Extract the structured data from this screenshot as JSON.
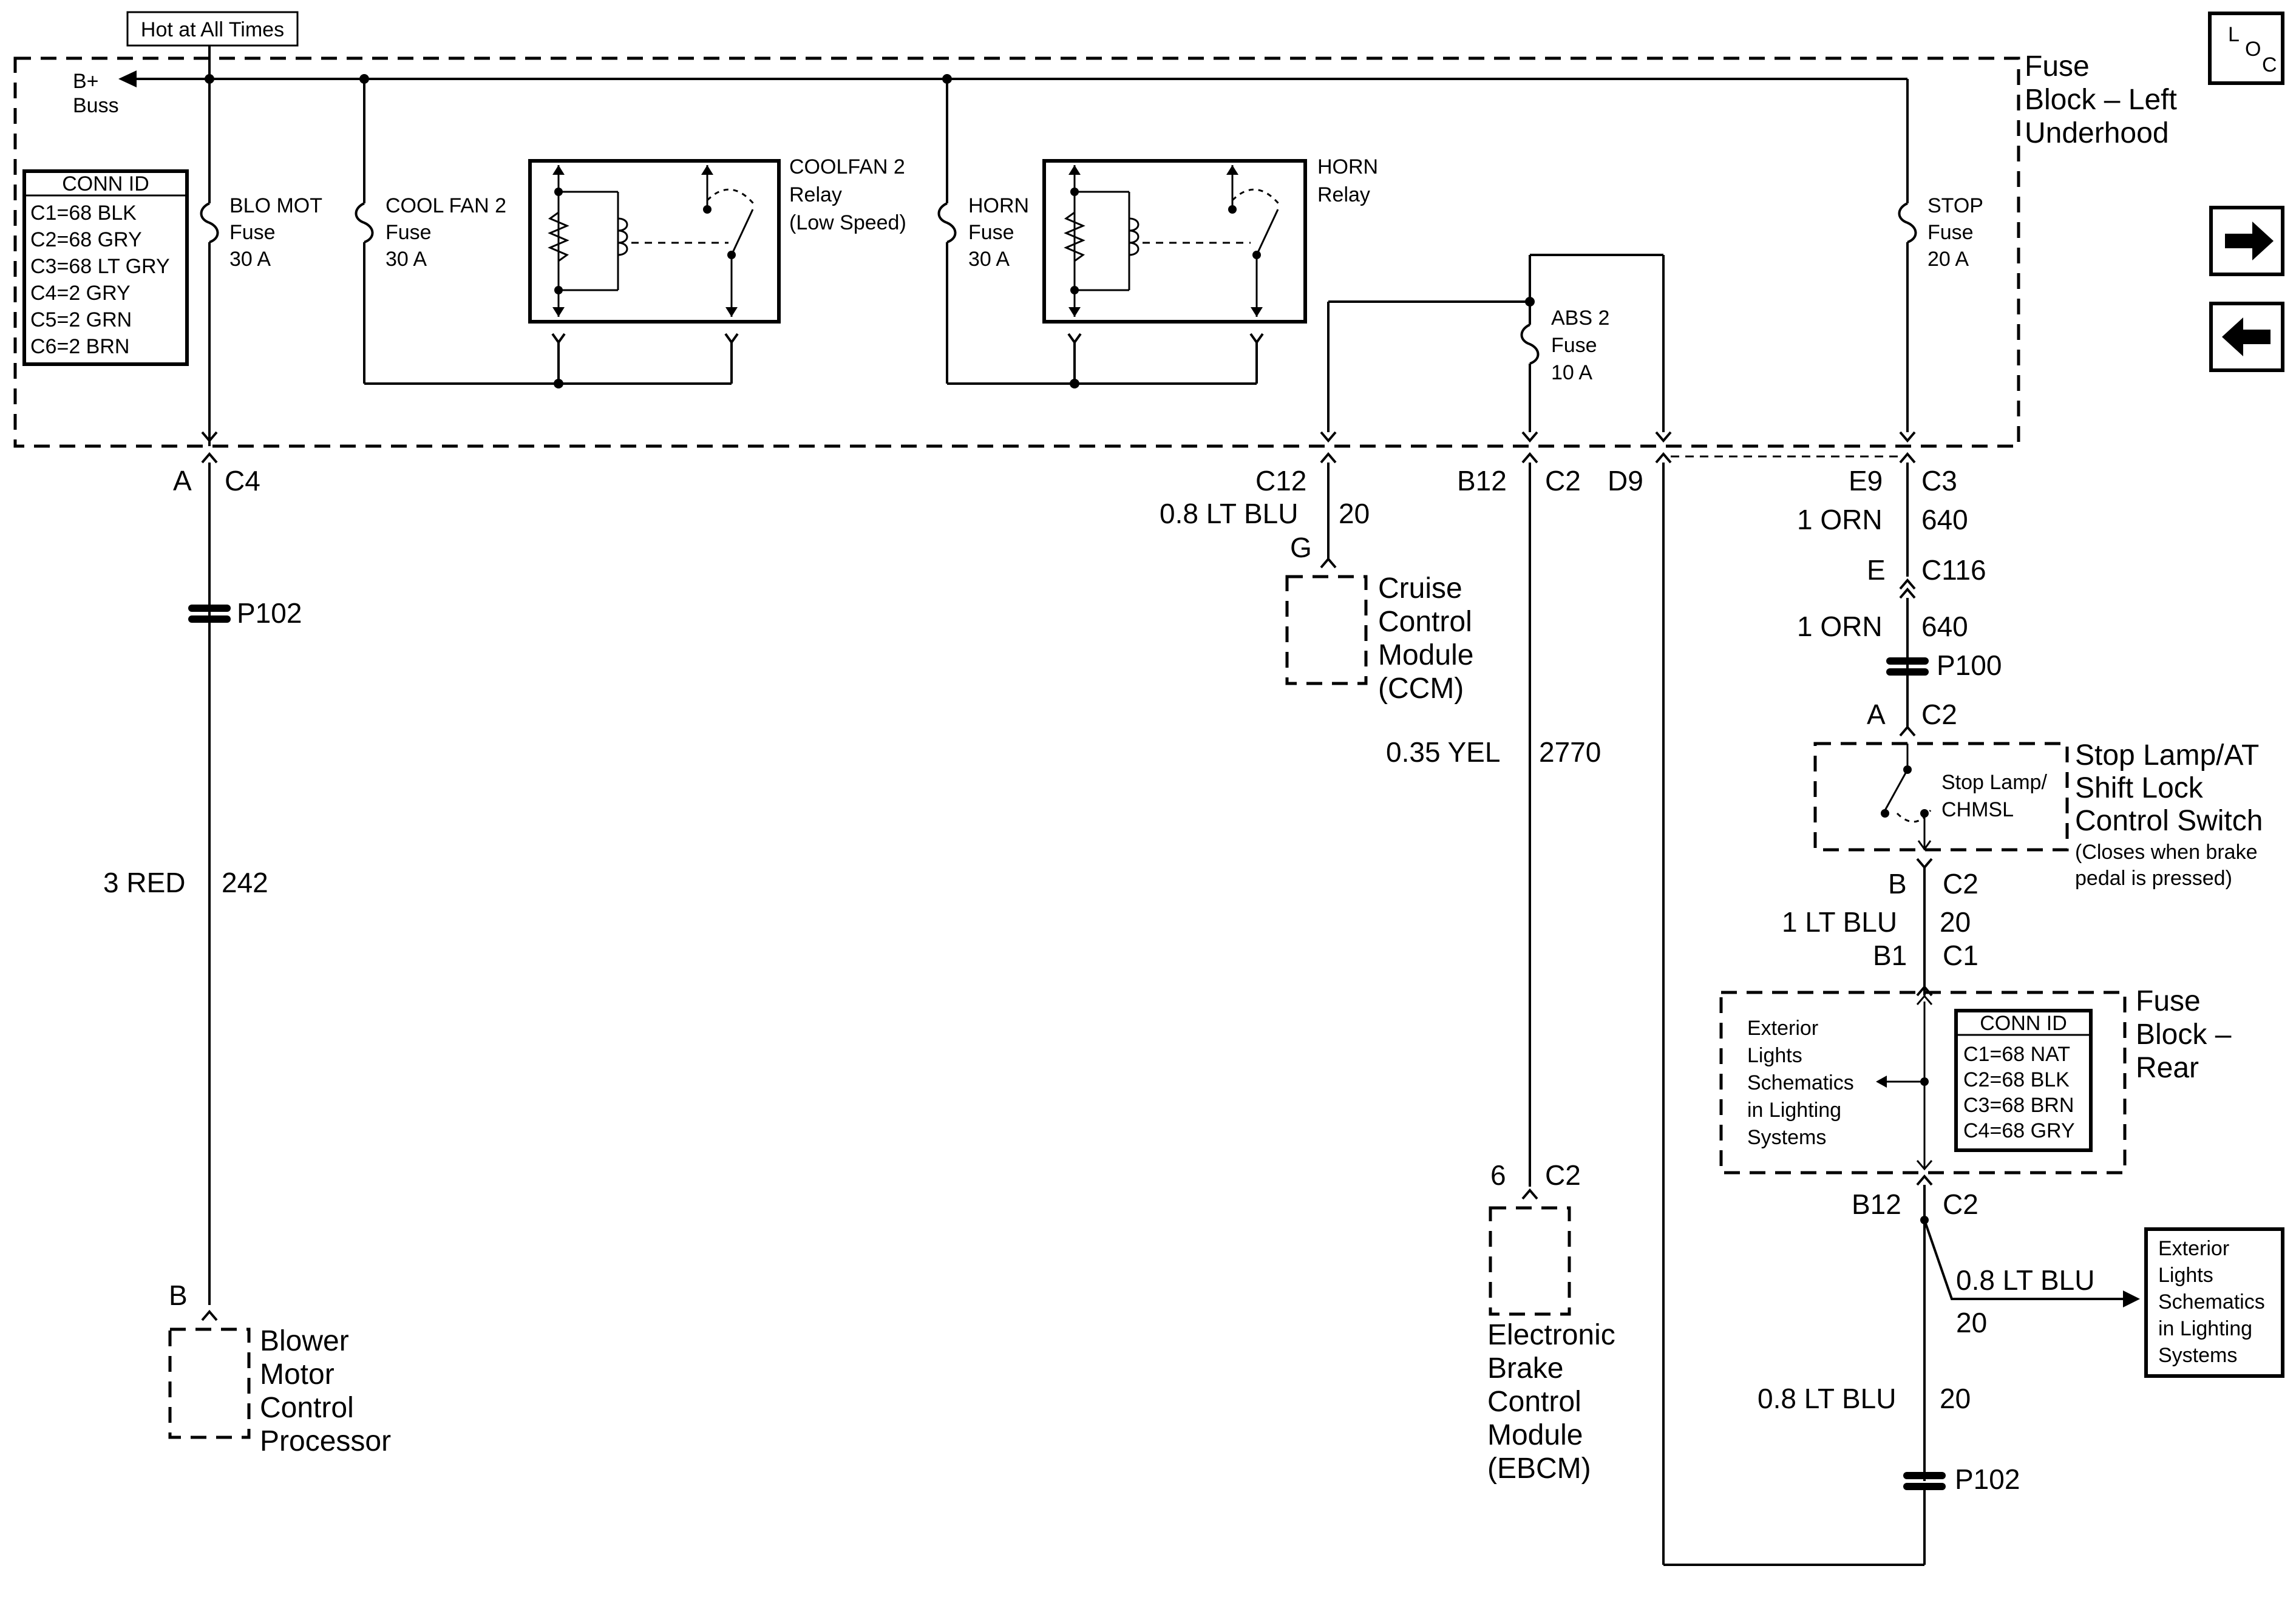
{
  "header": {
    "hot_at_all_times": "Hot at All Times",
    "b_plus": "B+",
    "buss": "Buss"
  },
  "loc_icon": {
    "l": "L",
    "o": "O",
    "c": "C"
  },
  "nav": {
    "forward_icon": "arrow-right-icon",
    "back_icon": "arrow-left-icon"
  },
  "fuse_block_left": {
    "line1": "Fuse",
    "line2": "Block – Left",
    "line3": "Underhood"
  },
  "conn_id_left": {
    "title": "CONN ID",
    "rows": [
      "C1=68 BLK",
      "C2=68 GRY",
      "C3=68 LT GRY",
      "C4=2 GRY",
      "C5=2 GRN",
      "C6=2 BRN"
    ]
  },
  "fuses": {
    "blo_mot": {
      "l1": "BLO MOT",
      "l2": "Fuse",
      "l3": "30 A"
    },
    "cool_fan2": {
      "l1": "COOL FAN 2",
      "l2": "Fuse",
      "l3": "30 A"
    },
    "horn": {
      "l1": "HORN",
      "l2": "Fuse",
      "l3": "30 A"
    },
    "stop": {
      "l1": "STOP",
      "l2": "Fuse",
      "l3": "20 A"
    },
    "abs2": {
      "l1": "ABS 2",
      "l2": "Fuse",
      "l3": "10 A"
    }
  },
  "relays": {
    "coolfan2": {
      "l1": "COOLFAN 2",
      "l2": "Relay",
      "l3": "(Low Speed)"
    },
    "horn": {
      "l1": "HORN",
      "l2": "Relay"
    }
  },
  "connectors": {
    "a": "A",
    "c4": "C4",
    "c12": "C12",
    "b12": "B12",
    "c2": "C2",
    "d9": "D9",
    "e9": "E9",
    "c3": "C3",
    "e": "E",
    "c116": "C116",
    "a2": "A",
    "c2b": "C2",
    "b": "B",
    "c2c": "C2",
    "b1": "B1",
    "c1": "C1",
    "b12b": "B12",
    "c2d": "C2",
    "g": "G",
    "six": "6",
    "c2e": "C2",
    "b_blower": "B"
  },
  "wires": {
    "c12_color": "0.8 LT BLU",
    "c12_circuit": "20",
    "yel_color": "0.35 YEL",
    "yel_circuit": "2770",
    "orn1_color": "1 ORN",
    "orn1_circuit": "640",
    "orn2_color": "1 ORN",
    "orn2_circuit": "640",
    "red_color": "3 RED",
    "red_circuit": "242",
    "ltblu1_color": "1 LT BLU",
    "ltblu1_circuit": "20",
    "ltblu2_color": "0.8 LT BLU",
    "ltblu2_circuit": "20",
    "ltblu3_color": "0.8 LT BLU",
    "ltblu3_circuit": "20"
  },
  "splices": {
    "p102_left": "P102",
    "p100": "P100",
    "p102_right": "P102"
  },
  "components": {
    "ccm": {
      "l1": "Cruise",
      "l2": "Control",
      "l3": "Module",
      "l4": "(CCM)"
    },
    "ebcm": {
      "l1": "Electronic",
      "l2": "Brake",
      "l3": "Control",
      "l4": "Module",
      "l5": "(EBCM)"
    },
    "blower": {
      "l1": "Blower",
      "l2": "Motor",
      "l3": "Control",
      "l4": "Processor"
    },
    "stop_switch": {
      "l1": "Stop Lamp/AT",
      "l2": "Shift Lock",
      "l3": "Control Switch",
      "l4": "(Closes when brake",
      "l5": "pedal is pressed)",
      "inner1": "Stop Lamp/",
      "inner2": "CHMSL"
    }
  },
  "fuse_block_rear": {
    "line1": "Fuse",
    "line2": "Block –",
    "line3": "Rear"
  },
  "conn_id_rear": {
    "title": "CONN ID",
    "rows": [
      "C1=68 NAT",
      "C2=68 BLK",
      "C3=68 BRN",
      "C4=68 GRY"
    ]
  },
  "ext_lights_inner": {
    "l1": "Exterior",
    "l2": "Lights",
    "l3": "Schematics",
    "l4": "in Lighting",
    "l5": "Systems"
  },
  "ext_lights_box": {
    "l1": "Exterior",
    "l2": "Lights",
    "l3": "Schematics",
    "l4": "in Lighting",
    "l5": "Systems"
  }
}
